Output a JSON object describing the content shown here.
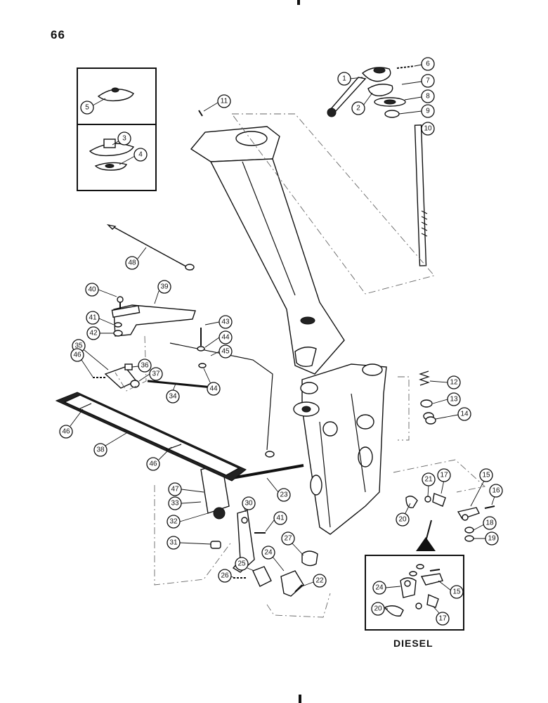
{
  "page_number": "66",
  "diesel_label": "DIESEL",
  "callouts": [
    "1",
    "2",
    "3",
    "4",
    "5",
    "6",
    "7",
    "8",
    "9",
    "10",
    "11",
    "12",
    "13",
    "14",
    "15",
    "16",
    "17",
    "18",
    "19",
    "20",
    "21",
    "22",
    "23",
    "24",
    "25",
    "26",
    "27",
    "30",
    "31",
    "32",
    "33",
    "34",
    "35",
    "36",
    "37",
    "38",
    "39",
    "40",
    "41",
    "42",
    "43",
    "44",
    "45",
    "46",
    "47",
    "48"
  ],
  "inset_callouts": [
    "24",
    "15",
    "20",
    "17"
  ]
}
